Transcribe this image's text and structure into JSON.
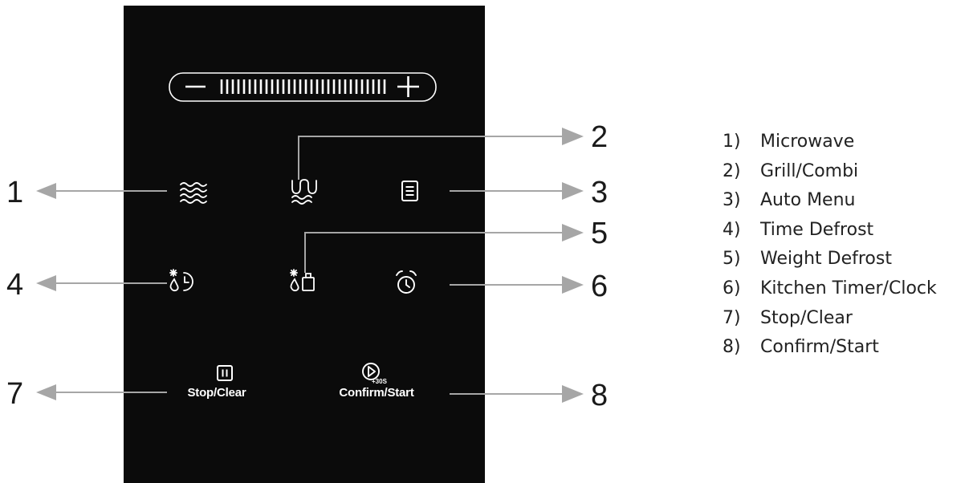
{
  "panel": {
    "slider": {
      "minus": "−",
      "plus": "+"
    },
    "buttons": [
      {
        "id": 1,
        "icon": "microwave-waves-icon"
      },
      {
        "id": 2,
        "icon": "grill-combi-icon"
      },
      {
        "id": 3,
        "icon": "auto-menu-icon"
      },
      {
        "id": 4,
        "icon": "time-defrost-icon"
      },
      {
        "id": 5,
        "icon": "weight-defrost-icon"
      },
      {
        "id": 6,
        "icon": "alarm-clock-icon"
      },
      {
        "id": 7,
        "icon": "pause-icon",
        "label": "Stop/Clear"
      },
      {
        "id": 8,
        "icon": "play-icon",
        "label": "Confirm/Start",
        "badge": "+30S"
      }
    ]
  },
  "callouts": [
    "1",
    "2",
    "3",
    "4",
    "5",
    "6",
    "7",
    "8"
  ],
  "legend": [
    {
      "num": "1)",
      "label": "Microwave"
    },
    {
      "num": "2)",
      "label": "Grill/Combi"
    },
    {
      "num": "3)",
      "label": "Auto Menu"
    },
    {
      "num": "4)",
      "label": "Time Defrost"
    },
    {
      "num": "5)",
      "label": "Weight Defrost"
    },
    {
      "num": "6)",
      "label": "Kitchen Timer/Clock"
    },
    {
      "num": "7)",
      "label": "Stop/Clear"
    },
    {
      "num": "8)",
      "label": "Confirm/Start"
    }
  ],
  "colors": {
    "panel": "#0b0b0b",
    "arrow": "#a6a6a6",
    "text": "#1a1a1a",
    "icon": "#ffffff"
  }
}
